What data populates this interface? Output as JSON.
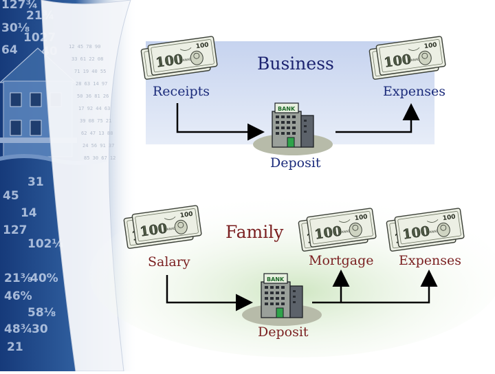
{
  "business": {
    "title": "Business",
    "receipts": "Receipts",
    "expenses": "Expenses",
    "deposit": "Deposit",
    "bank_sign": "BANK"
  },
  "family": {
    "title": "Family",
    "salary": "Salary",
    "mortgage": "Mortgage",
    "expenses": "Expenses",
    "deposit": "Deposit",
    "bank_sign": "BANK"
  },
  "bill": {
    "denomination": "100",
    "country": "CANADA"
  },
  "background": {
    "numbers": [
      "127¾",
      "21¾",
      "30⅛",
      "1027",
      "64",
      "40",
      "31",
      "45",
      "14",
      "127",
      "102¼",
      "21⅜",
      "40%",
      "46%",
      "58⅛",
      "48¾",
      "30",
      "21"
    ]
  },
  "colors": {
    "text_blue": "#1a2a7a",
    "text_red": "#7a1f20",
    "panel_blue": "#cfd9ee",
    "panel_green": "#d8ebcf",
    "arrow": "#000000"
  }
}
